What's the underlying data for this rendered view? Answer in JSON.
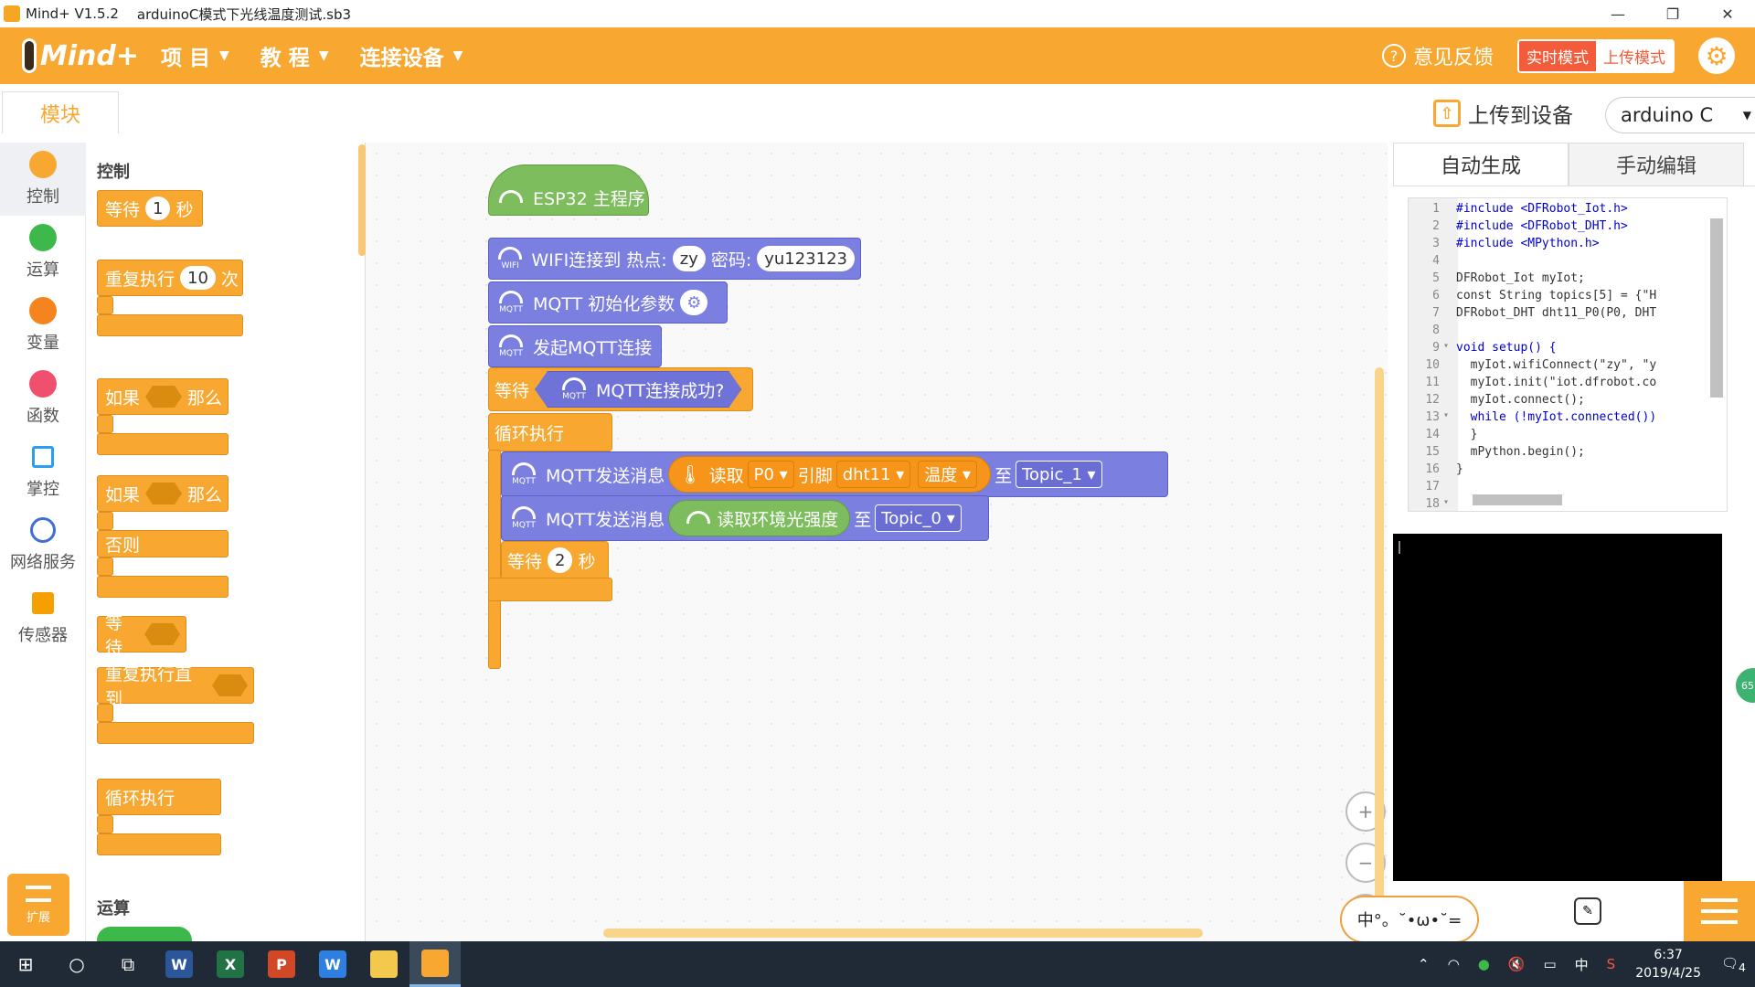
{
  "window": {
    "app_title": "Mind+ V1.5.2",
    "file_title": "arduinoC模式下光线温度测试.sb3",
    "minimize": "—",
    "maximize": "❐",
    "close": "✕"
  },
  "topbar": {
    "logo": "Mind+",
    "menu": [
      {
        "label": "项 目"
      },
      {
        "label": "教 程"
      },
      {
        "label": "连接设备"
      }
    ],
    "feedback": "意见反馈",
    "mode_live": "实时模式",
    "mode_upload": "上传模式"
  },
  "toolbar": {
    "modules_tab": "模块",
    "upload_device": "上传到设备",
    "device": "arduino C"
  },
  "categories": [
    {
      "label": "控制",
      "color": "#f8a730"
    },
    {
      "label": "运算",
      "color": "#3cb94a"
    },
    {
      "label": "变量",
      "color": "#f5841f"
    },
    {
      "label": "函数",
      "color": "#f0506e"
    },
    {
      "label": "掌控",
      "color": "#2a9df4"
    },
    {
      "label": "网络服务",
      "color": "#3f6fd8"
    },
    {
      "label": "传感器",
      "color": "#f5a000"
    }
  ],
  "extension": "扩展",
  "palette": {
    "section_control": "控制",
    "section_operators": "运算",
    "wait": "等待",
    "wait_value": "1",
    "seconds": "秒",
    "repeat": "重复执行",
    "repeat_value": "10",
    "times": "次",
    "if": "如果",
    "then": "那么",
    "else": "否则",
    "wait_until": "等待",
    "repeat_until": "重复执行直到",
    "forever": "循环执行"
  },
  "script": {
    "hat": "ESP32 主程序",
    "wifi_label": "WIFI连接到 热点:",
    "wifi_ssid": "zy",
    "password_label": "密码:",
    "password": "yu123123",
    "mqtt_init": "MQTT 初始化参数",
    "mqtt_connect": "发起MQTT连接",
    "wait": "等待",
    "mqtt_connected": "MQTT连接成功?",
    "forever": "循环执行",
    "send1_label": "MQTT发送消息",
    "read": "读取",
    "pin": "P0",
    "pin_label": "引脚",
    "sensor": "dht11",
    "measure": "温度",
    "to": "至",
    "topic1": "Topic_1",
    "send2_label": "MQTT发送消息",
    "read_light": "读取环境光强度",
    "topic0": "Topic_0",
    "wait2": "等待",
    "wait2_value": "2",
    "seconds": "秒",
    "icon_wifi": "WIFI",
    "icon_mqtt": "MQTT"
  },
  "code_panel": {
    "tab_auto": "自动生成",
    "tab_manual": "手动编辑",
    "lines": [
      {
        "n": "1",
        "t": "#include <DFRobot_Iot.h>"
      },
      {
        "n": "2",
        "t": "#include <DFRobot_DHT.h>"
      },
      {
        "n": "3",
        "t": "#include <MPython.h>"
      },
      {
        "n": "4",
        "t": ""
      },
      {
        "n": "5",
        "t": "DFRobot_Iot myIot;"
      },
      {
        "n": "6",
        "t": "const String topics[5] = {\"H"
      },
      {
        "n": "7",
        "t": "DFRobot_DHT dht11_P0(P0, DHT"
      },
      {
        "n": "8",
        "t": ""
      },
      {
        "n": "9",
        "t": "void setup() {"
      },
      {
        "n": "10",
        "t": "  myIot.wifiConnect(\"zy\", \"y"
      },
      {
        "n": "11",
        "t": "  myIot.init(\"iot.dfrobot.co"
      },
      {
        "n": "12",
        "t": "  myIot.connect();"
      },
      {
        "n": "13",
        "t": "  while (!myIot.connected())"
      },
      {
        "n": "14",
        "t": "  }"
      },
      {
        "n": "15",
        "t": "  mPython.begin();"
      },
      {
        "n": "16",
        "t": "}"
      },
      {
        "n": "17",
        "t": ""
      },
      {
        "n": "18",
        "t": ""
      }
    ]
  },
  "side_badge": "65",
  "ime_widget": "中°。˘•ω•˘=",
  "taskbar": {
    "word": "W",
    "excel": "X",
    "ppt": "P",
    "wps": "W",
    "time": "6:37",
    "date": "2019/4/25",
    "ime": "中",
    "notif": "4"
  }
}
